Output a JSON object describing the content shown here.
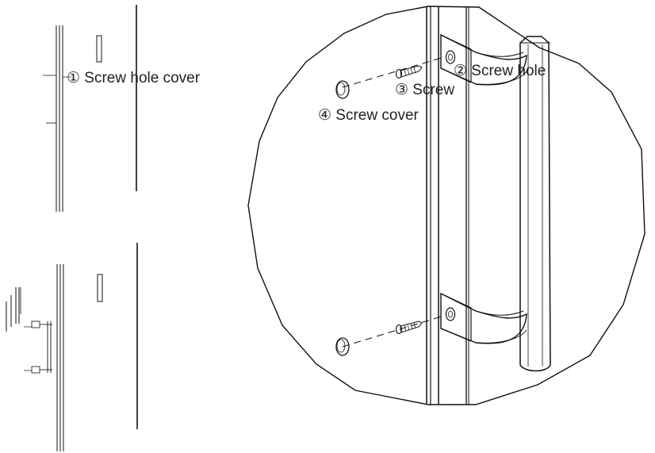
{
  "labels": {
    "screw_hole_cover": "① Screw hole  cover",
    "screw_hole": "② Screw hole",
    "screw": "③ Screw",
    "screw_cover": "④ Screw cover"
  },
  "colors": {
    "line": "#111111",
    "light_line": "#555555",
    "fill": "#ffffff",
    "screw_fill": "#dddddd"
  }
}
